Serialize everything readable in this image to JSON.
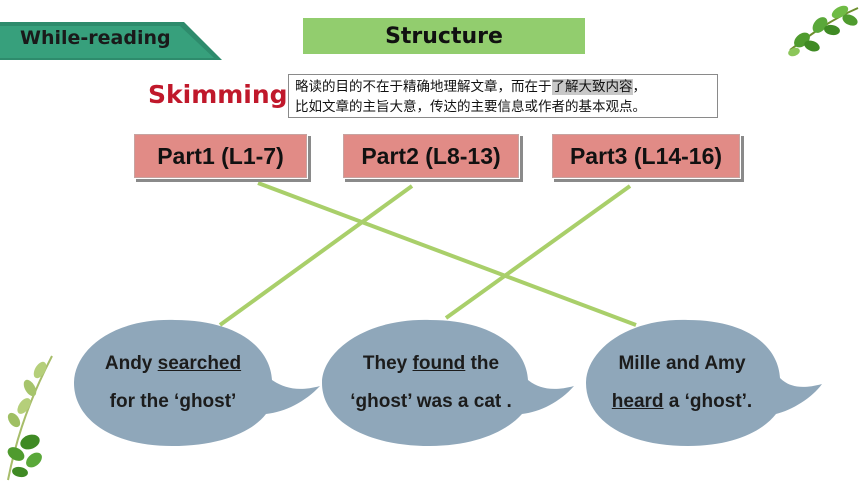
{
  "header": {
    "section_label": "While-reading",
    "title": "Structure"
  },
  "skimming": {
    "label": "Skimming:",
    "note_line1_a": "略读的目的不在于精确地理解文章，而在于",
    "note_line1_hl": "了解大致内容",
    "note_line1_b": "，",
    "note_line2": "比如文章的主旨大意，传达的主要信息或作者的基本观点。"
  },
  "parts": [
    {
      "label": "Part1 (L1-7)"
    },
    {
      "label": "Part2 (L8-13)"
    },
    {
      "label": "Part3 (L14-16)"
    }
  ],
  "bubbles": [
    {
      "l1_a": "Andy  ",
      "l1_u": "searched",
      "l1_b": "",
      "l2_a": "for the ‘ghost’",
      "l2_u": "",
      "l2_b": ""
    },
    {
      "l1_a": "They ",
      "l1_u": "found",
      "l1_b": " the",
      "l2_a": "‘ghost’ was a cat .",
      "l2_u": "",
      "l2_b": ""
    },
    {
      "l1_a": "Mille and Amy",
      "l1_u": "",
      "l1_b": "",
      "l2_a": "",
      "l2_u": "heard",
      "l2_b": " a ‘ghost’."
    }
  ],
  "colors": {
    "banner": "#2e8b6c",
    "structure_box": "#92cd6e",
    "skimming_label": "#c0182b",
    "part_box": "#e18b86",
    "connector": "#a9cf6a",
    "bubble": "#8fa7ba",
    "leaf": "#4f9b2e"
  }
}
